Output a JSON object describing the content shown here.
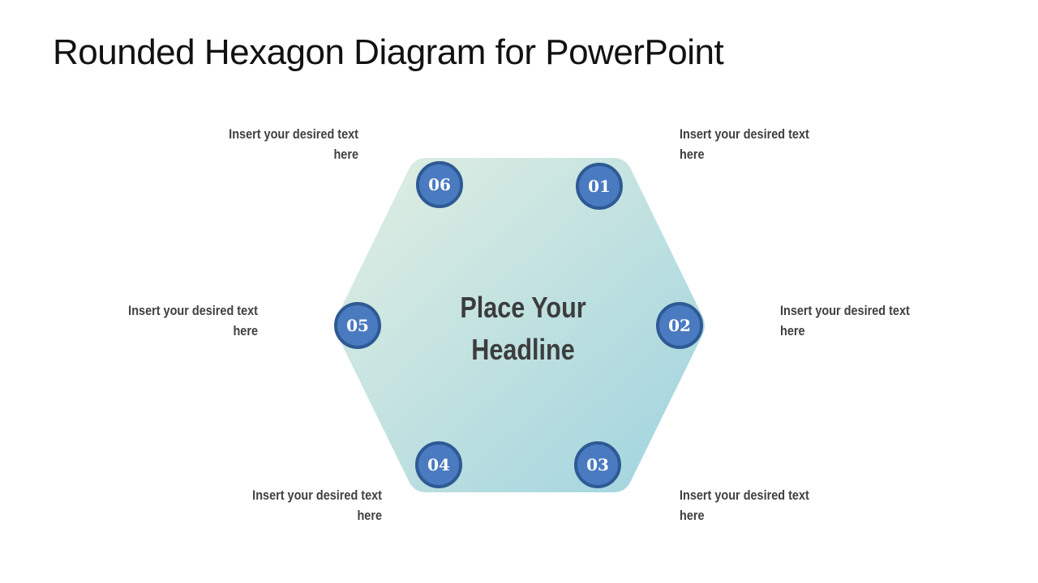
{
  "slide": {
    "title": "Rounded Hexagon Diagram for PowerPoint",
    "headline": [
      "Place Your",
      "Headline"
    ]
  },
  "colors": {
    "gradient_start": "#dcebe0",
    "gradient_end": "#a3d5df",
    "node_fill": "#4a7ac0",
    "node_border": "#2e5a94",
    "headline_text": "#3d3d3d",
    "label_text": "#404040"
  },
  "nodes": [
    {
      "number": "01",
      "label_line1": "Insert your desired  text",
      "label_line2": "here"
    },
    {
      "number": "02",
      "label_line1": "Insert your desired  text",
      "label_line2": "here"
    },
    {
      "number": "03",
      "label_line1": "Insert your desired  text",
      "label_line2": "here"
    },
    {
      "number": "04",
      "label_line1": "Insert your desired  text",
      "label_line2": "here"
    },
    {
      "number": "05",
      "label_line1": "Insert your desired  text",
      "label_line2": "here"
    },
    {
      "number": "06",
      "label_line1": "Insert your desired  text",
      "label_line2": "here"
    }
  ]
}
